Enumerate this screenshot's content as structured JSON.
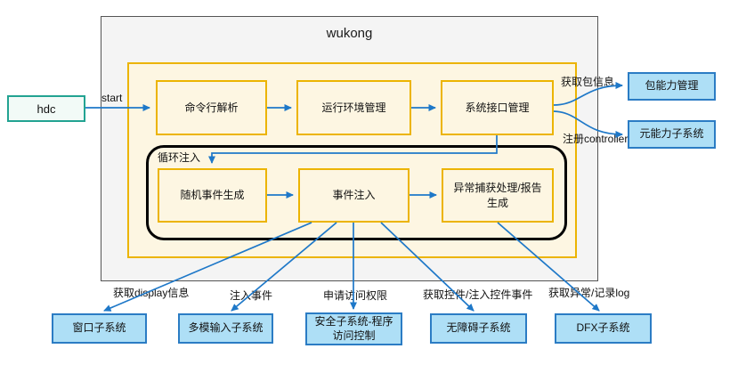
{
  "title": "wukong",
  "hdc_label": "hdc",
  "start_label": "start",
  "modules": {
    "row1": [
      "命令行解析",
      "运行环境管理",
      "系统接口管理"
    ],
    "loop_label": "循环注入",
    "row2": [
      "随机事件生成",
      "事件注入",
      "异常捕获处理/报告生成"
    ]
  },
  "right_links": [
    {
      "label": "获取包信息",
      "target": "包能力管理"
    },
    {
      "label": "注册controller",
      "target": "元能力子系统"
    }
  ],
  "bottom_links": [
    {
      "label": "获取display信息",
      "target": "窗口子系统"
    },
    {
      "label": "注入事件",
      "target": "多模输入子系统"
    },
    {
      "label": "申请访问权限",
      "target": "安全子系统-程序访问控制"
    },
    {
      "label": "获取控件/注入控件事件",
      "target": "无障碍子系统"
    },
    {
      "label": "获取异常/记录log",
      "target": "DFX子系统"
    }
  ],
  "colors": {
    "arrow_blue": "#1e78c8",
    "module_border_yellow": "#ecb400",
    "module_fill_cream": "#fdf6e2",
    "subsystem_fill_blue": "#aedff6",
    "subsystem_border_blue": "#2b7cc4",
    "hdc_border_teal": "#22a392",
    "outer_fill_gray": "#f4f4f4",
    "loop_border_black": "#000000"
  }
}
